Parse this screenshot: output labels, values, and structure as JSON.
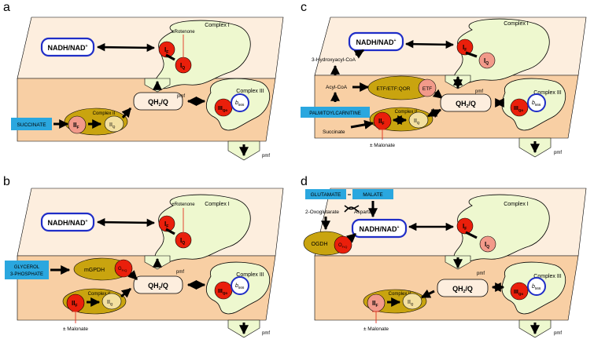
{
  "colors": {
    "membrane_top": "#fdeede",
    "membrane_bottom": "#f8cfa4",
    "complex": "#eef8cf",
    "red": "#ea1f0b",
    "pink": "#f29a8a",
    "gold": "#c9a40f",
    "gold_pale": "#f3e0a0",
    "blue": "#1f2dc7",
    "cyan": "#2aa7df",
    "inhibitor": "#e0301e"
  },
  "common": {
    "nadh": "NADH/NAD",
    "nadh_sup": "+",
    "complex1": "Complex I",
    "complex2": "Complex II",
    "complex3": "Complex III",
    "if_base": "I",
    "if_sub": "F",
    "iq_base": "I",
    "iq_sub": "Q",
    "iif_base": "II",
    "iif_sub": "F",
    "iiq_base": "II",
    "iiq_sub": "Q",
    "iii_base": "III",
    "iii_sub": "Qo",
    "b566_base": "b",
    "b566_sub": "566",
    "qh2_base": "QH",
    "qh2_sub": "2",
    "qh2_rest": "/Q",
    "pmf": "pmf"
  },
  "panels": {
    "a": {
      "letter": "a",
      "rotenone": "±Rotenone",
      "substrate": "SUCCINATE"
    },
    "b": {
      "letter": "b",
      "rotenone": "±Rotenone",
      "substrate_line1": "GLYCEROL",
      "substrate_line2": "3-PHOSPHATE",
      "mgpdh": "mGPDH",
      "gq_base": "G",
      "gq_sub": "F/Q",
      "malonate": "± Malonate"
    },
    "c": {
      "letter": "c",
      "hydroxy": "3-Hydroxyacyl-CoA",
      "acylcoa": "Acyl-CoA",
      "etfqor": "ETF/ETF:QOR",
      "etf": "ETF",
      "substrate": "PALMITOYLCARNITINE",
      "succinate": "Succinate",
      "malonate": "± Malonate"
    },
    "d": {
      "letter": "d",
      "glutamate": "GLUTAMATE",
      "malate": "MALATE",
      "oxoglutarate": "2-Oxoglutarate",
      "aspartate": "Aspartate",
      "ogdh": "OGDH",
      "oe_base": "O",
      "oe_sub": "F/Q",
      "malonate": "± Malonate"
    }
  }
}
